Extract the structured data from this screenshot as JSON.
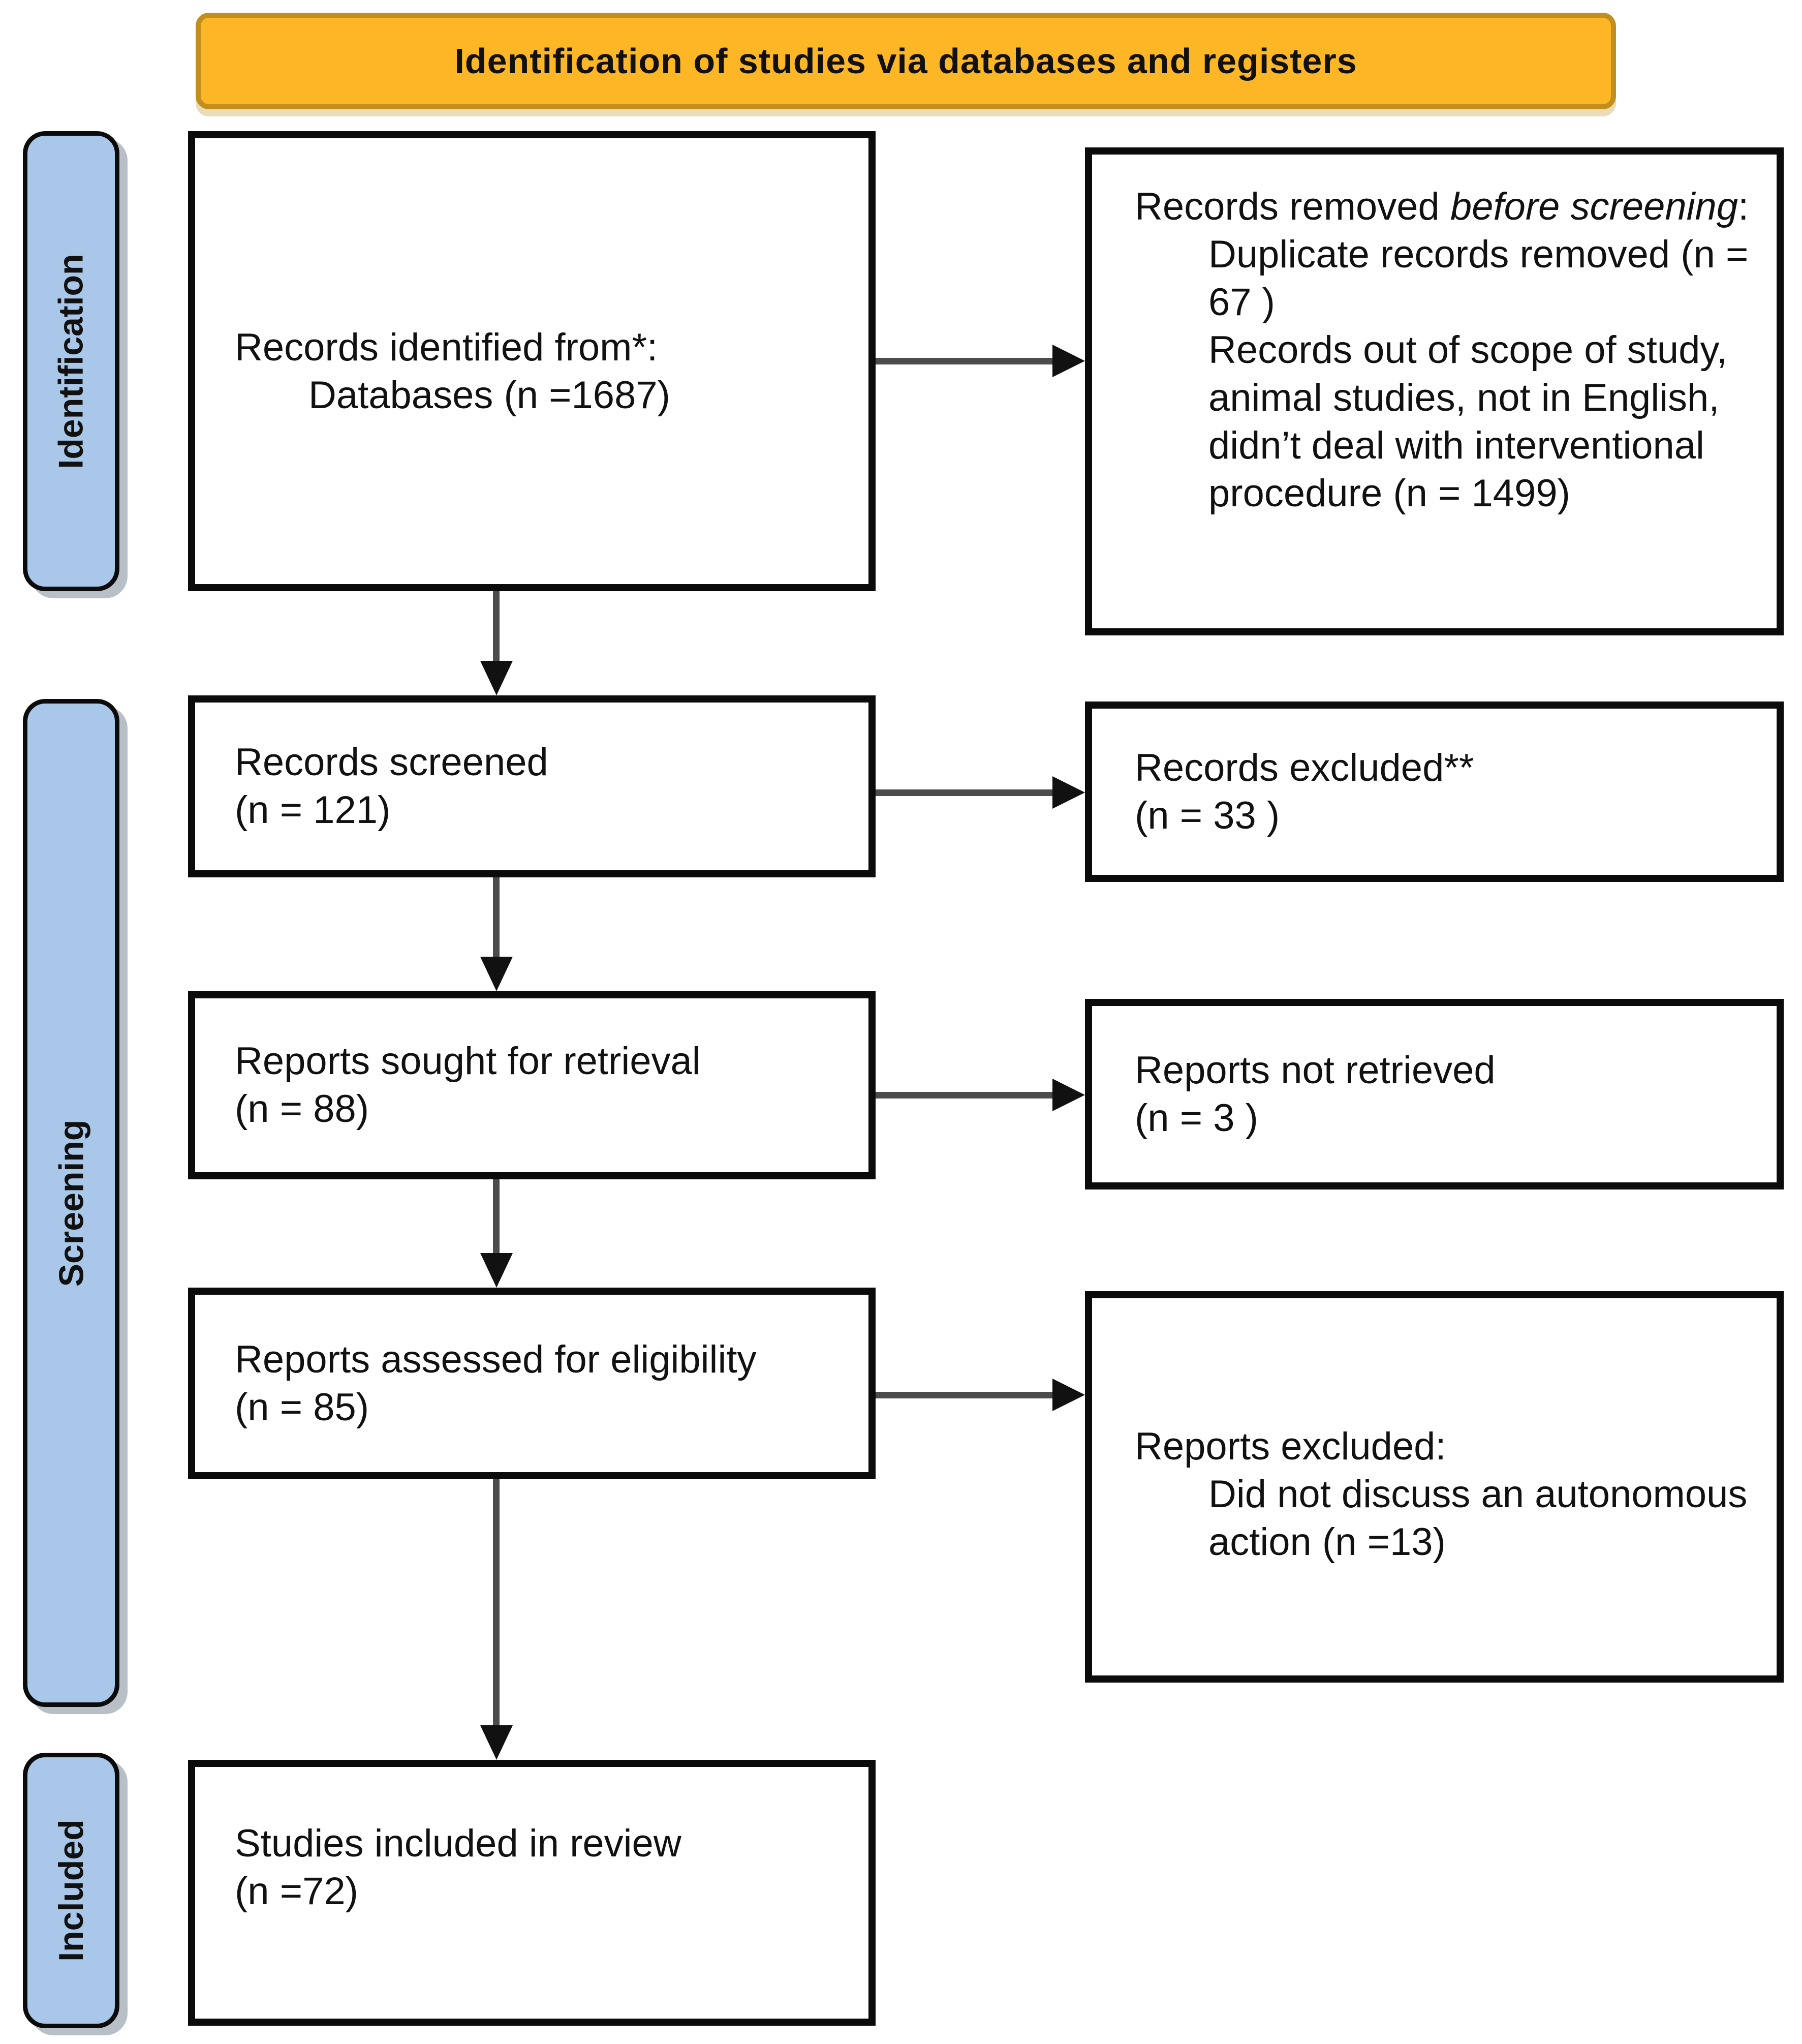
{
  "banner": {
    "title": "Identification of studies via databases and registers"
  },
  "sidebar": {
    "items": [
      {
        "label": "Identification"
      },
      {
        "label": "Screening"
      },
      {
        "label": "Included"
      }
    ]
  },
  "flow": {
    "identified": {
      "line1": "Records identified from*:",
      "line2": "Databases (n =1687)"
    },
    "screened": {
      "line1": "Records screened",
      "line2": "(n = 121)"
    },
    "sought": {
      "line1": "Reports sought for retrieval",
      "line2": "(n = 88)"
    },
    "assessed": {
      "line1": "Reports assessed for eligibility",
      "line2": "(n = 85)"
    },
    "included": {
      "line1": "Studies included in review",
      "line2": "(n =72)"
    }
  },
  "exclusions": {
    "removed": {
      "heading_prefix": "Records removed ",
      "heading_italic": "before screening",
      "heading_suffix": ":",
      "item1": "Duplicate records removed (n = 67 )",
      "item2": "Records out of scope of study, animal studies, not in English, didn’t deal with interventional procedure (n = 1499)"
    },
    "excluded": {
      "line1": "Records excluded**",
      "line2": "(n = 33 )"
    },
    "not_retrieved": {
      "line1": "Reports not retrieved",
      "line2": "(n = 3 )"
    },
    "reports_excluded": {
      "heading": "Reports excluded:",
      "item1": "Did not discuss an autonomous action (n =13)"
    }
  },
  "colors": {
    "banner_bg": "#FCB626",
    "banner_border": "#C28E1D",
    "sidebar_bg": "#A9C7E9",
    "box_border": "#0B0B0B",
    "arrow_shaft": "#4C4C4C",
    "arrow_head": "#111111"
  }
}
